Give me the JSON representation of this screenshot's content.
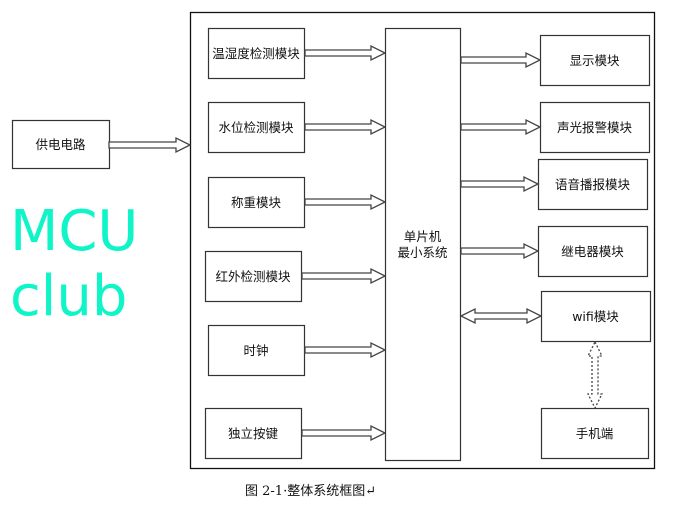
{
  "watermark": "MCUclub",
  "power": {
    "label": "供电电路"
  },
  "inputs": [
    {
      "label": "温湿度检测模块"
    },
    {
      "label": "水位检测模块"
    },
    {
      "label": "称重模块"
    },
    {
      "label": "红外检测模块"
    },
    {
      "label": "时钟"
    },
    {
      "label": "独立按键"
    }
  ],
  "mcu": {
    "line1": "单片机",
    "line2": "最小系统"
  },
  "outputs": [
    {
      "label": "显示模块"
    },
    {
      "label": "声光报警模块"
    },
    {
      "label": "语音播报模块"
    },
    {
      "label": "继电器模块"
    },
    {
      "label": "wifi模块"
    }
  ],
  "phone": {
    "label": "手机端"
  },
  "caption": "图 2-1·整体系统框图↵",
  "colors": {
    "watermark": "#0ff5c8",
    "line": "#333333"
  }
}
